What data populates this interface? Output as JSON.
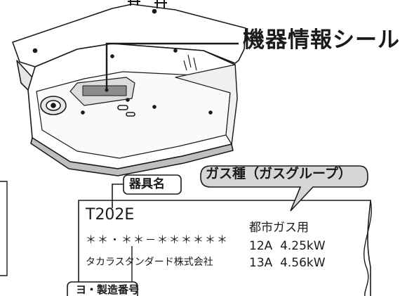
{
  "callout_title": "機器情報シール",
  "label": {
    "model_name_tag": "器具名",
    "gas_type_tag": "ガス種（ガスグループ）",
    "model_code": "T202E",
    "serial_mask": "＊＊・＊＊－＊＊＊＊＊＊",
    "maker": "タカラスタンダード株式会社",
    "gas_use": "都市ガス用",
    "gas_rows": [
      {
        "group": "12A",
        "power": "4.25kW"
      },
      {
        "group": "13A",
        "power": "4.56kW"
      }
    ],
    "date_tag": "ヨ・製造番号"
  },
  "colors": {
    "ink": "#1a1a1a",
    "tag_fill": "#d6d6d6",
    "device_shadow": "#bfbfbf",
    "sticker_fill": "#8c8c8c"
  }
}
